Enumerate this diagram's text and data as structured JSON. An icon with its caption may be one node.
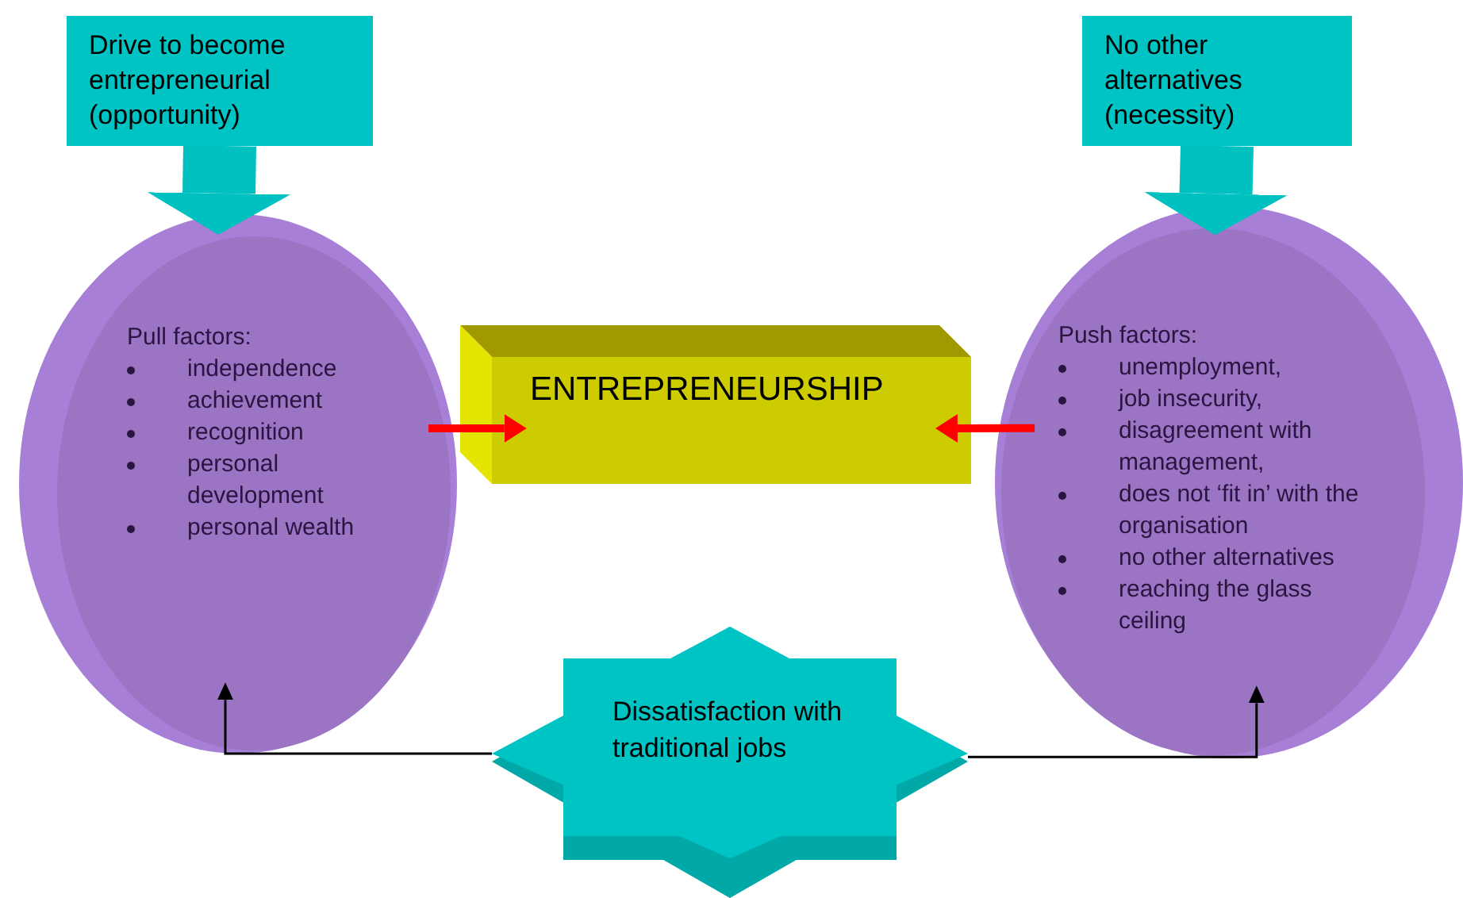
{
  "diagram": {
    "nodes": [
      {
        "text": [
          "Drive to become entrepreneurial (opportunity)"
        ]
      },
      {
        "text": [
          "Pull factors:",
          "independence",
          "achievement",
          "recognition",
          "personal development",
          "personal wealth"
        ]
      },
      {
        "text": [
          "ENTREPRENEURSHIP"
        ]
      },
      {
        "text": [
          "No other alternatives (necessity)"
        ]
      },
      {
        "text": [
          "Push factors:",
          "unemployment,",
          "job insecurity,",
          "disagreement with management,",
          "does not ‘fit in’ with the organisation",
          "no other alternatives",
          "reaching the glass ceiling"
        ]
      },
      {
        "text": [
          "Dissatisfaction with traditional jobs"
        ]
      }
    ],
    "edges": [
      {
        "from": 0,
        "to": 1,
        "arrow": "to",
        "style": "thick",
        "color": "#00c0c0"
      },
      {
        "from": 3,
        "to": 4,
        "arrow": "to",
        "style": "thick",
        "color": "#00c0c0"
      },
      {
        "from": 1,
        "to": 2,
        "arrow": "to",
        "color": "#ff0000"
      },
      {
        "from": 4,
        "to": 2,
        "arrow": "to",
        "color": "#ff0000"
      },
      {
        "from": 5,
        "to": 1,
        "arrow": "to",
        "color": "#000000"
      },
      {
        "from": 5,
        "to": 4,
        "arrow": "to",
        "color": "#000000"
      }
    ]
  }
}
